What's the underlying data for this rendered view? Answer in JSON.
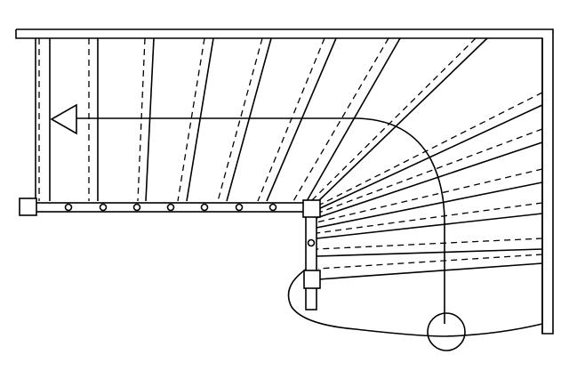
{
  "diagram": {
    "kind": "stair-plan",
    "stroke_color": "#000000",
    "background_color": "#ffffff",
    "treads_total": 16,
    "straight_treads": 7,
    "winder_treads": 9,
    "baluster_count": 8,
    "direction_icon": "arrow-left-icon",
    "start_marker_icon": "circle-icon"
  }
}
